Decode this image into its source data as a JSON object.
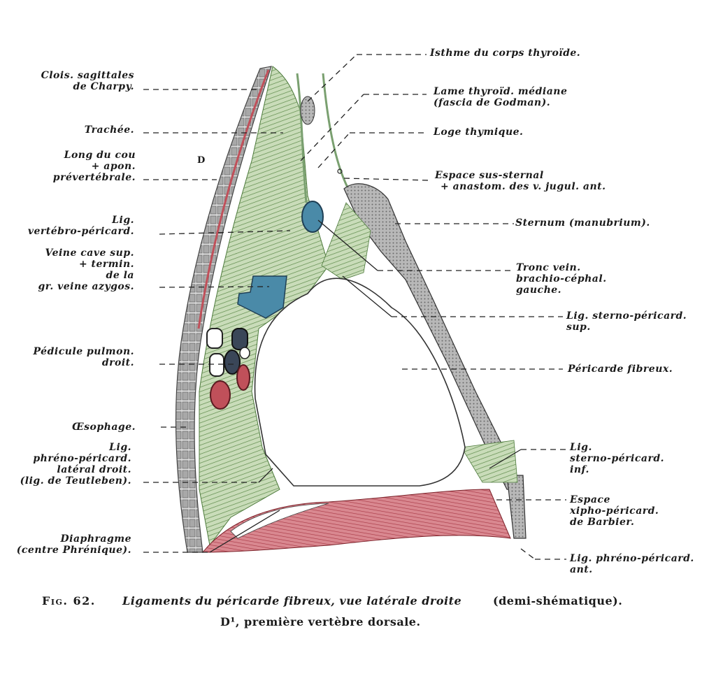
{
  "labels": {
    "clois": [
      "Clois. sagittales",
      "de Charpy."
    ],
    "trachee": [
      "Trachée."
    ],
    "long_cou": [
      "Long du cou",
      "+ apon.",
      "prévertébrale."
    ],
    "lig_vert": [
      "Lig.",
      "vertébro-péricard."
    ],
    "veine_cave": [
      "Veine cave sup.",
      "+ termin.",
      "de la",
      "gr. veine azygos."
    ],
    "pedicule": [
      "Pédicule pulmon.",
      "droit."
    ],
    "oesophage": [
      "Œsophage."
    ],
    "lig_phreno_lat": [
      "Lig.",
      "phréno-péricard.",
      "latéral droit.",
      "(lig. de Teutleben)."
    ],
    "diaphragme": [
      "Diaphragme",
      "(centre Phrénique)."
    ],
    "isthme": [
      "Isthme du corps thyroïde."
    ],
    "lame": [
      "Lame thyroïd. médiane",
      "(fascia de Godman)."
    ],
    "loge": [
      "Loge thymique."
    ],
    "espace_sus": [
      "Espace sus-sternal",
      "+ anastom. des v. jugul. ant."
    ],
    "sternum": [
      "Sternum (manubrium)."
    ],
    "tronc": [
      "Tronc vein.",
      "brachio-céphal.",
      "gauche."
    ],
    "lig_sterno_sup": [
      "Lig. sterno-péricard.",
      "sup."
    ],
    "pericarde": [
      "Péricarde fibreux."
    ],
    "lig_sterno_inf": [
      "Lig.",
      "sterno-péricard.",
      "inf."
    ],
    "espace_xipho": [
      "Espace",
      "xipho-péricard.",
      "de Barbier."
    ],
    "lig_phreno_ant": [
      "Lig. phréno-péricard.",
      "ant."
    ],
    "d1": "D"
  },
  "caption": {
    "fig": "Fig. 62.",
    "title": "Ligaments du péricarde fibreux, vue latérale droite",
    "note": "(demi-shématique).",
    "line2": "D¹, première vertèbre dorsale."
  },
  "colors": {
    "green": "#6f9a5a",
    "blue": "#4a8aa8",
    "red": "#c0505a",
    "bone": "#9a9a9a"
  }
}
